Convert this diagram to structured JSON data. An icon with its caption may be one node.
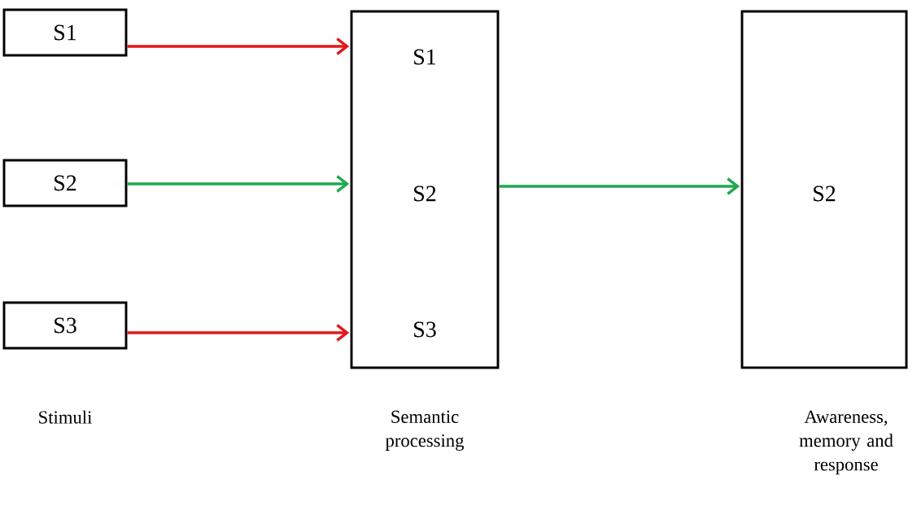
{
  "diagram": {
    "nodes": [
      {
        "text": [
          "S1"
        ]
      },
      {
        "text": [
          "S2"
        ]
      },
      {
        "text": [
          "S3"
        ]
      },
      {
        "text": [
          "S1",
          "S2",
          "S3"
        ]
      },
      {
        "text": [
          "S2"
        ]
      }
    ],
    "edges": [
      {
        "from": 0,
        "to": 3,
        "arrow": "to",
        "color": "#e0191b"
      },
      {
        "from": 1,
        "to": 3,
        "arrow": "to",
        "color": "#1fa84f"
      },
      {
        "from": 2,
        "to": 3,
        "arrow": "to",
        "color": "#e0191b"
      },
      {
        "from": 3,
        "to": 4,
        "arrow": "to",
        "color": "#1fa84f"
      }
    ],
    "labels": [
      "Stimuli",
      "Semantic processing",
      "Awareness, memory and response"
    ]
  }
}
